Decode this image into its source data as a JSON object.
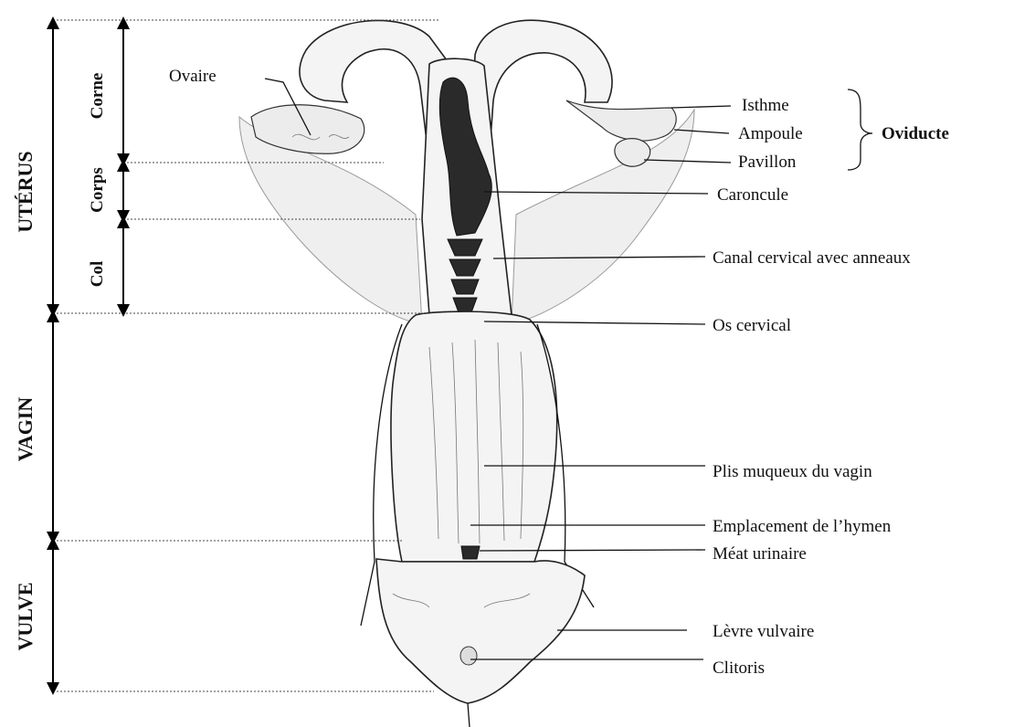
{
  "regions": {
    "uterus": "UTÉRUS",
    "vagina": "VAGIN",
    "vulva": "VULVE",
    "horn": "Corne",
    "body": "Corps",
    "neck": "Col"
  },
  "labels": {
    "ovary": "Ovaire",
    "isthmus": "Isthme",
    "ampulla": "Ampoule",
    "infundibulum": "Pavillon",
    "oviduct": "Oviducte",
    "caruncle": "Caroncule",
    "cervical_canal": "Canal cervical avec anneaux",
    "cervical_os": "Os cervical",
    "vaginal_folds": "Plis muqueux du vagin",
    "hymen_site": "Emplacement de l’hymen",
    "urinary_meatus": "Méat urinaire",
    "vulvar_lip": "Lèvre vulvaire",
    "clitoris": "Clitoris"
  }
}
